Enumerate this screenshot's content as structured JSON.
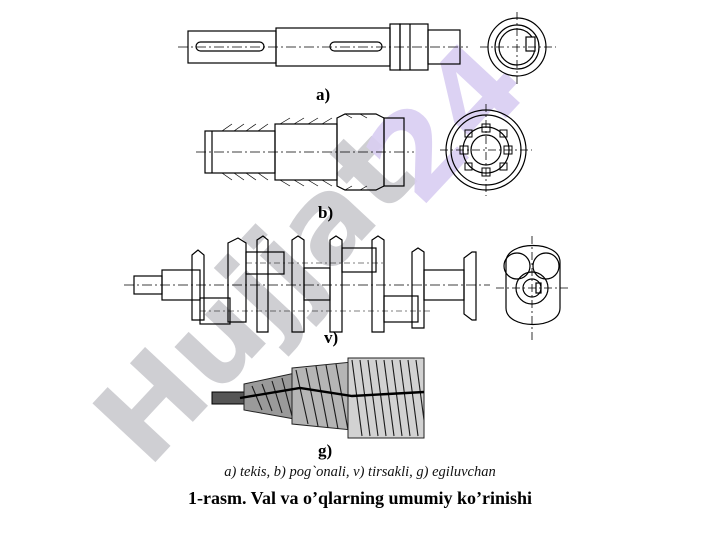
{
  "figure": {
    "labels": {
      "a": "a)",
      "b": "b)",
      "v": "v)",
      "g": "g)"
    },
    "caption_subtitle": "a) tekis, b) pog`onali, v) tirsakli,  g) egiluvchan",
    "caption_title": "1-rasm. Val va o’qlarning umumiy  ko’rinishi"
  },
  "watermark": {
    "text": "Hujjat24",
    "color": "#c7c7cc",
    "accent_color": "#dcd2f3"
  }
}
